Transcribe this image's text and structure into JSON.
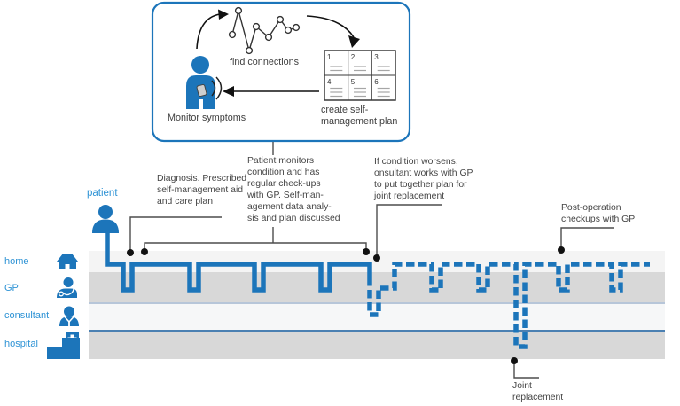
{
  "callout": {
    "find_connections_label": "find connections",
    "monitor_symptoms_label": "Monitor symptoms",
    "create_plan_lines": [
      "create self-",
      "management plan"
    ],
    "plan_cells": [
      "1",
      "2",
      "3",
      "4",
      "5",
      "6"
    ]
  },
  "patient_label": "patient",
  "rows": [
    {
      "label": "home",
      "icon": "house-icon"
    },
    {
      "label": "GP",
      "icon": "doctor-icon"
    },
    {
      "label": "consultant",
      "icon": "consultant-icon"
    },
    {
      "label": "hospital",
      "icon": "hospital-icon"
    }
  ],
  "annotations": {
    "diagnosis": [
      "Diagnosis. Prescribed",
      "self-management aid",
      "and care plan"
    ],
    "monitors": [
      "Patient monitors",
      "condition and has",
      "regular check-ups",
      "with GP. Self-man-",
      "agement data analy-",
      "sis and plan discussed"
    ],
    "worsens": [
      "If condition worsens,",
      "onsultant works with GP",
      "to put together plan for",
      "joint replacement"
    ],
    "postop": [
      "Post-operation",
      "checkups with GP"
    ],
    "joint": [
      "Joint",
      "replacement"
    ]
  },
  "colors": {
    "accent_blue": "#1c75ba",
    "label_blue": "#2e93d5",
    "band_light": "#f4f4f4",
    "band_mid": "#d8d8d8",
    "consultant_border_bottom": "#4b80b2",
    "consultant_border_top": "#b7c6d9",
    "dot_black": "#111111",
    "text_gray": "#454545"
  }
}
